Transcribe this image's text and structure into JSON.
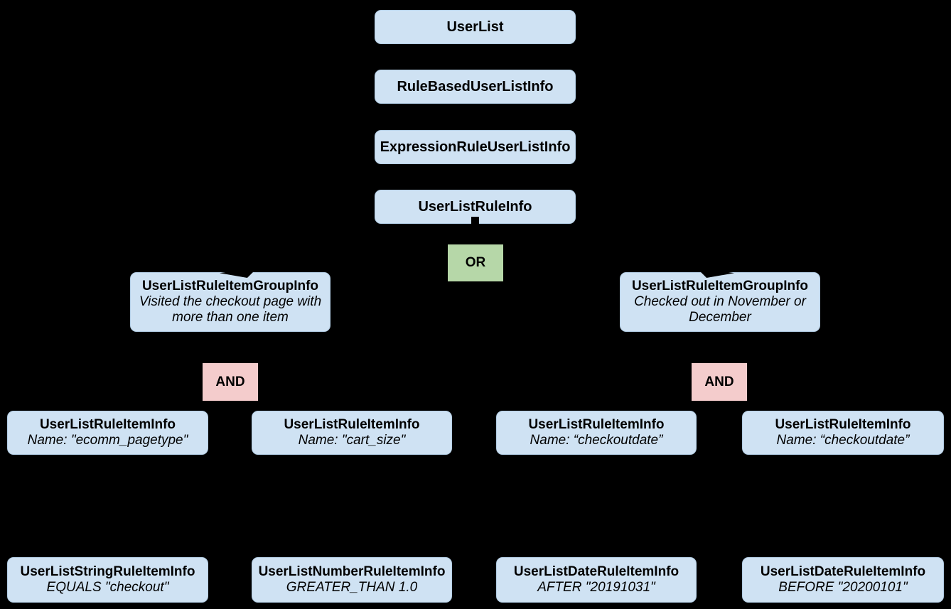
{
  "diagram": {
    "background_color": "#000000",
    "colors": {
      "node_fill": "#cfe2f3",
      "or_fill": "#b6d7a8",
      "and_fill": "#f4cccc",
      "text": "#000000",
      "connector": "#000000"
    },
    "chain": [
      {
        "label": "UserList"
      },
      {
        "label": "RuleBasedUserListInfo"
      },
      {
        "label": "ExpressionRuleUserListInfo"
      },
      {
        "label": "UserListRuleInfo"
      }
    ],
    "or_operator": {
      "label": "OR"
    },
    "and_operators": [
      {
        "label": "AND"
      },
      {
        "label": "AND"
      }
    ],
    "groups": [
      {
        "title": "UserListRuleItemGroupInfo",
        "description": "Visited the checkout page with more than one item"
      },
      {
        "title": "UserListRuleItemGroupInfo",
        "description": "Checked out in November or December"
      }
    ],
    "rule_items": [
      {
        "title": "UserListRuleItemInfo",
        "description": "Name: \"ecomm_pagetype\""
      },
      {
        "title": "UserListRuleItemInfo",
        "description": "Name: \"cart_size\""
      },
      {
        "title": "UserListRuleItemInfo",
        "description": "Name: “checkoutdate”"
      },
      {
        "title": "UserListRuleItemInfo",
        "description": "Name: “checkoutdate”"
      }
    ],
    "operand_items": [
      {
        "title": "UserListStringRuleItemInfo",
        "description": "EQUALS \"checkout\""
      },
      {
        "title": "UserListNumberRuleItemInfo",
        "description": "GREATER_THAN 1.0"
      },
      {
        "title": "UserListDateRuleItemInfo",
        "description": "AFTER \"20191031\""
      },
      {
        "title": "UserListDateRuleItemInfo",
        "description": "BEFORE \"20200101\""
      }
    ]
  }
}
